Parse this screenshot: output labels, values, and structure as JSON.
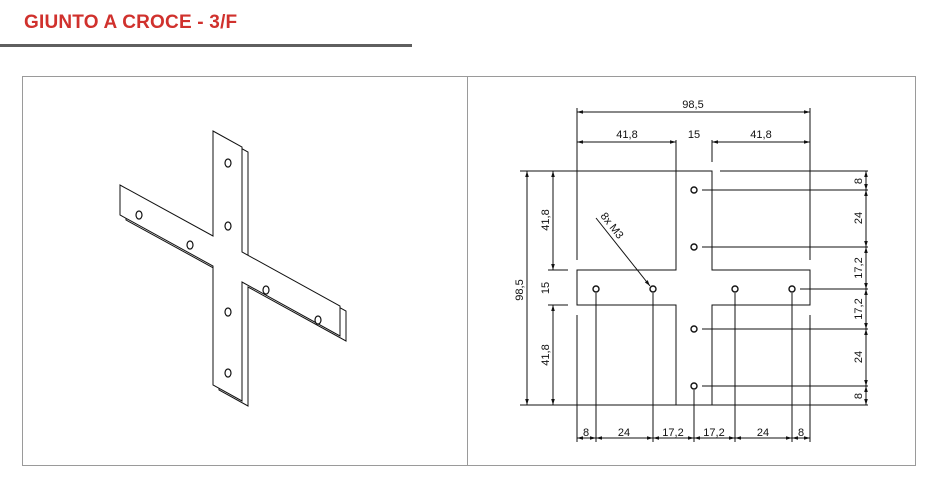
{
  "title": "GIUNTO A CROCE - 3/F",
  "drawing": {
    "overall_width": "98,5",
    "overall_height": "98,5",
    "left_arm": "41,8",
    "center": "15",
    "right_arm": "41,8",
    "top_arm": "41,8",
    "center_v": "15",
    "bottom_arm": "41,8",
    "hole_callout": "8x M3",
    "right_dims": [
      "8",
      "24",
      "17,2",
      "17,2",
      "24",
      "8"
    ],
    "bottom_dims": [
      "8",
      "24",
      "17,2",
      "17,2",
      "24",
      "8"
    ]
  }
}
